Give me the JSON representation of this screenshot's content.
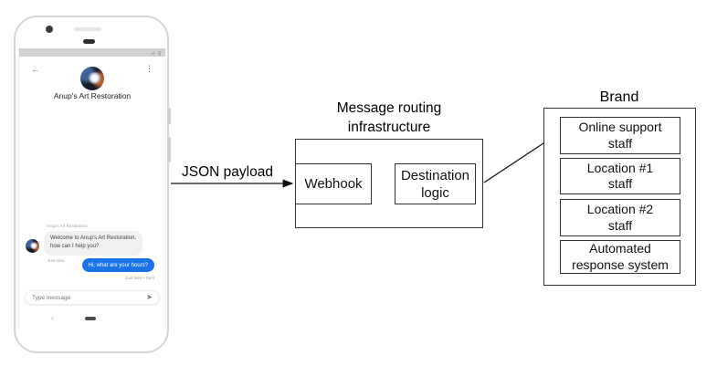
{
  "phone": {
    "status_bar": {
      "signal_icon": "signal-triangle",
      "battery_icon": "battery"
    },
    "header": {
      "back_icon": "←",
      "title": "Anup's Art Restoration",
      "menu_icon": "⋮"
    },
    "conversation": {
      "sender_label": "Anup's Art Restoration",
      "incoming_message": "Welcome to Anup's Art Restoration,\nhow can I help you?",
      "incoming_timestamp": "Just Now",
      "outgoing_message": "Hi, what are your hours?",
      "outgoing_timestamp": "Just Now • Sent"
    },
    "composer": {
      "placeholder": "Type message",
      "send_icon": "➤"
    },
    "nav": {
      "back_icon": "‹"
    }
  },
  "diagram": {
    "json_payload_label": "JSON payload",
    "routing": {
      "title": "Message routing\ninfrastructure",
      "webhook_label": "Webhook",
      "destination_label": "Destination\nlogic"
    },
    "brand": {
      "title": "Brand",
      "items": [
        "Online support\nstaff",
        "Location #1\nstaff",
        "Location #2\nstaff",
        "Automated\nresponse system"
      ]
    }
  },
  "colors": {
    "outgoing_bubble": "#1a73e8",
    "incoming_bubble": "#f1f1f1",
    "box_border": "#303030",
    "status_bar": "#d2d2d2",
    "arrow": "#111111"
  }
}
